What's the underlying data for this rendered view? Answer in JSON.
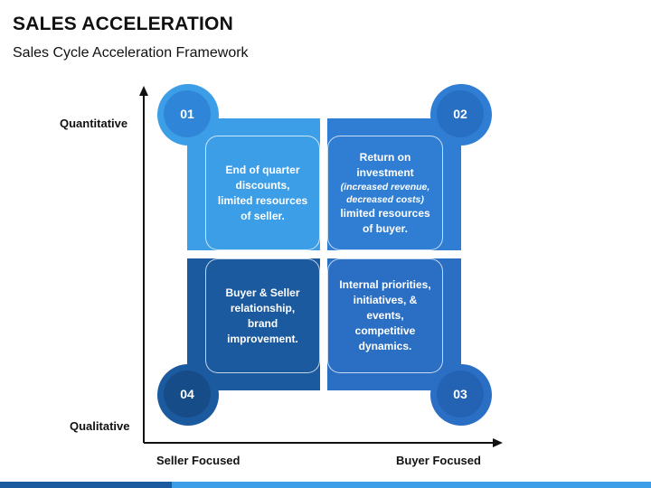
{
  "header": {
    "title": "SALES ACCELERATION",
    "subtitle": "Sales Cycle Acceleration Framework"
  },
  "axes": {
    "y_top": "Quantitative",
    "y_bottom": "Qualitative",
    "x_left": "Seller Focused",
    "x_right": "Buyer Focused"
  },
  "quadrants": [
    {
      "number": "01",
      "lines": [
        "End of quarter discounts,",
        "limited resources",
        "of seller."
      ]
    },
    {
      "number": "02",
      "line1": "Return on",
      "line2": "investment",
      "sub": "(increased revenue, decreased costs)",
      "line3": "limited resources",
      "line4": "of buyer."
    },
    {
      "number": "03",
      "text": "Internal priorities, initiatives, & events, competitive dynamics."
    },
    {
      "number": "04",
      "text": "Buyer & Seller relationship, brand improvement."
    }
  ],
  "colors": {
    "q1": "#3d9ee8",
    "q2": "#2f7ed3",
    "q3": "#2b6fc4",
    "q4": "#1b5a9e"
  }
}
